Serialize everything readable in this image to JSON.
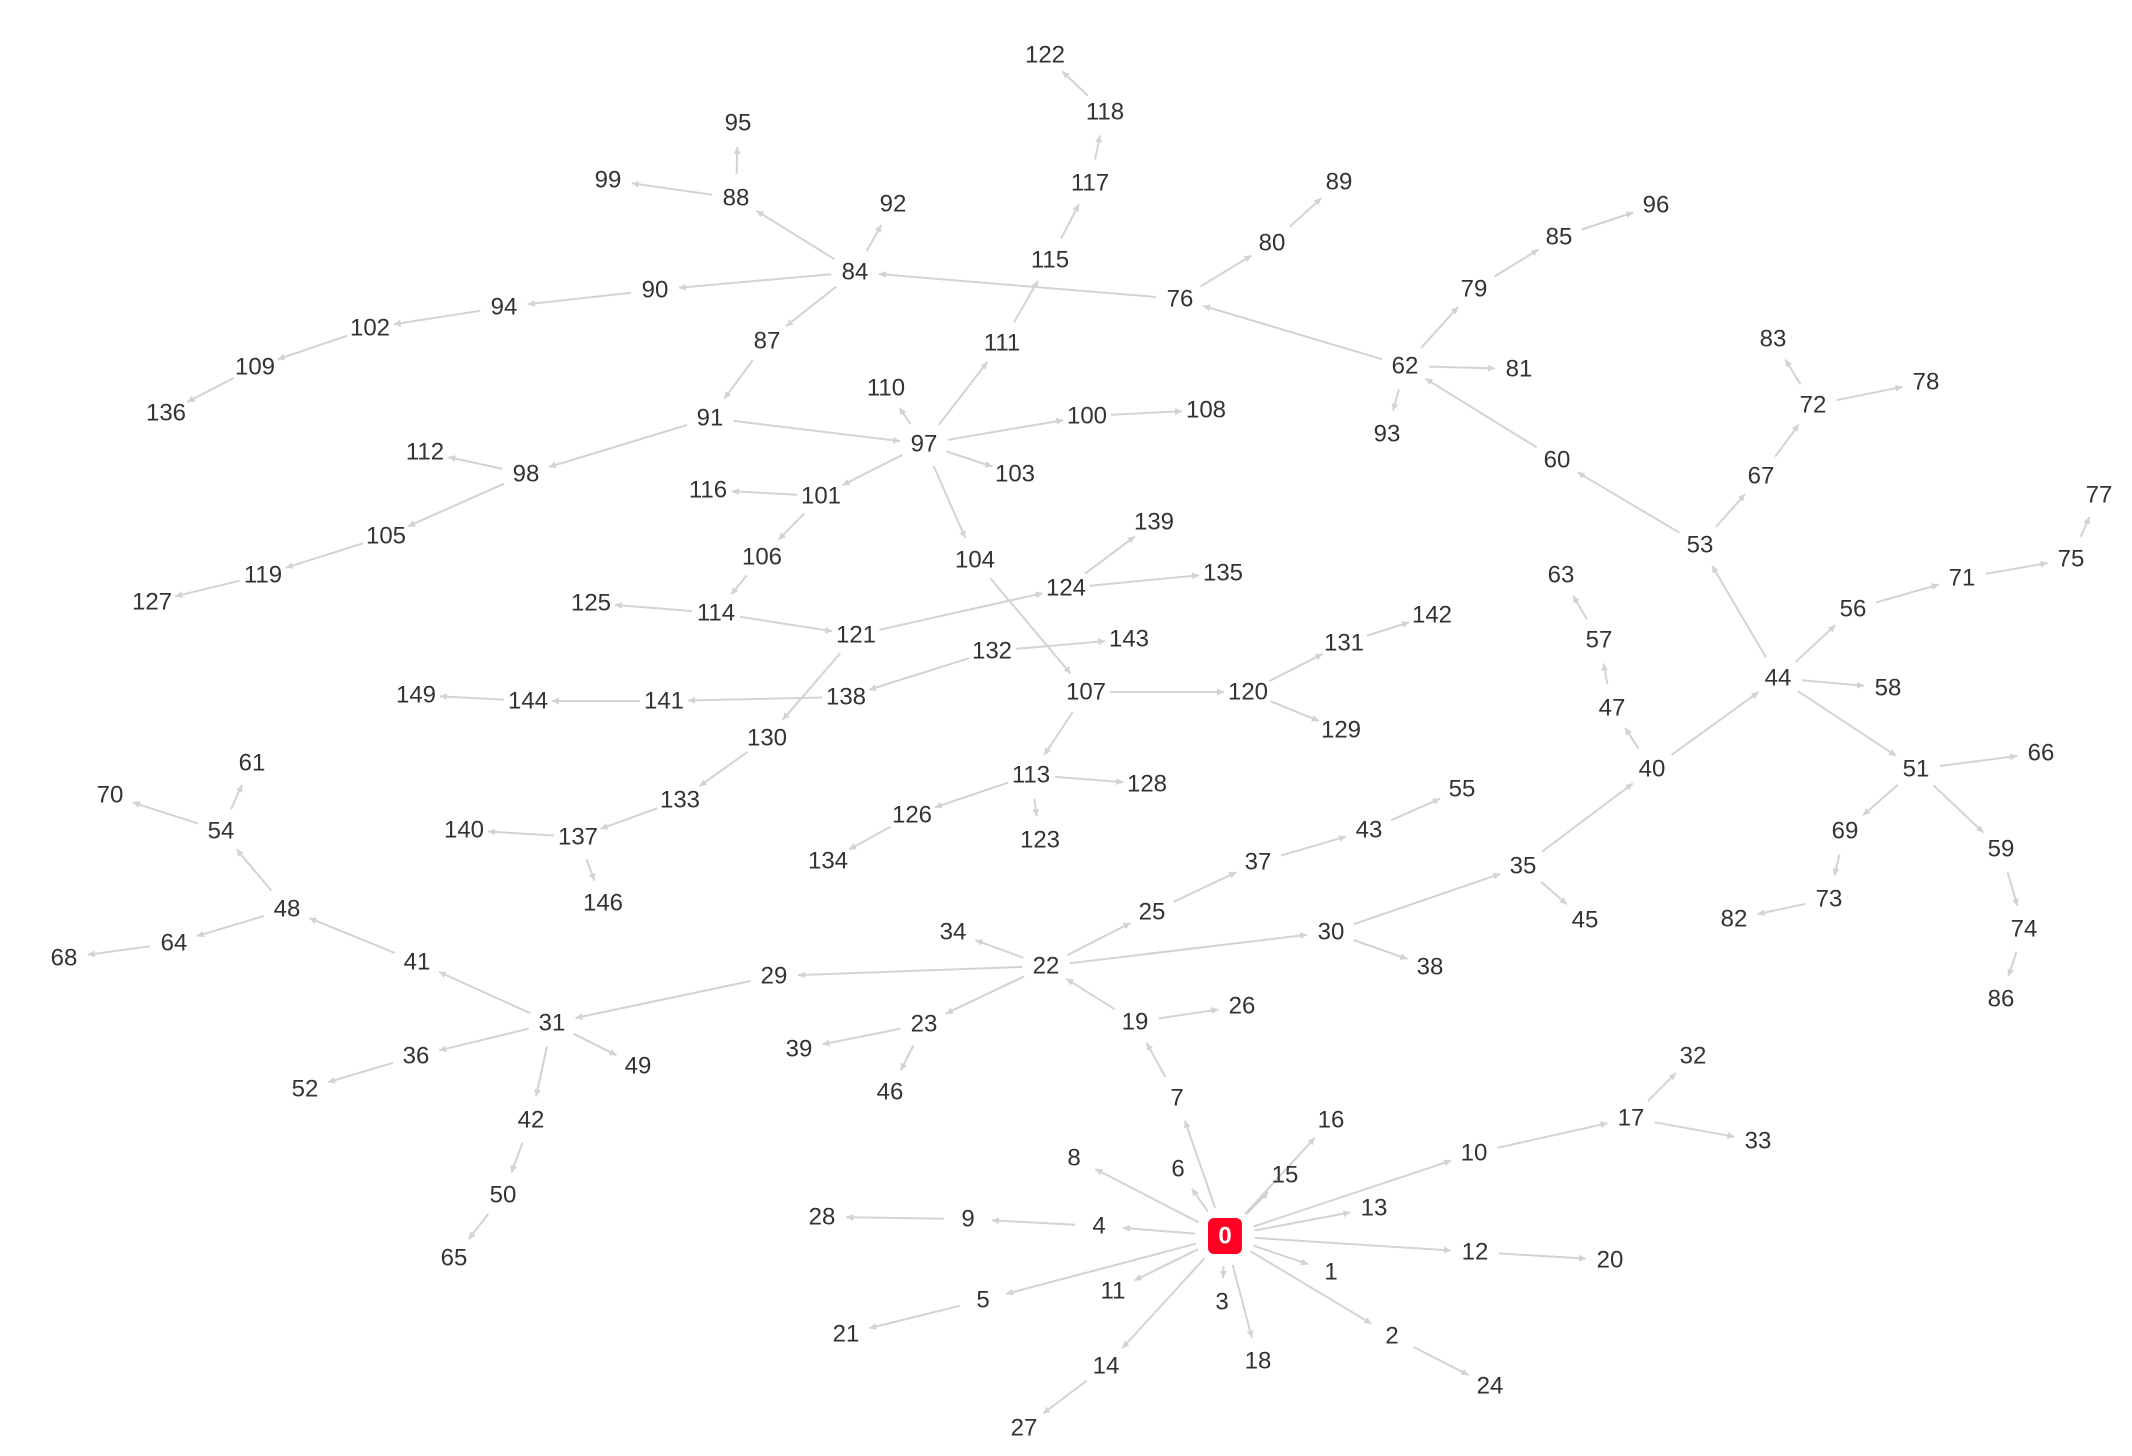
{
  "graph": {
    "root": "0",
    "colors": {
      "edge": "#d3d3d3",
      "label": "#333333",
      "root_fill": "#ff0022",
      "root_text": "#ffffff"
    },
    "edges": [
      [
        "0",
        "1"
      ],
      [
        "0",
        "2"
      ],
      [
        "0",
        "3"
      ],
      [
        "0",
        "4"
      ],
      [
        "0",
        "5"
      ],
      [
        "0",
        "6"
      ],
      [
        "0",
        "7"
      ],
      [
        "0",
        "8"
      ],
      [
        "0",
        "10"
      ],
      [
        "0",
        "11"
      ],
      [
        "0",
        "12"
      ],
      [
        "0",
        "13"
      ],
      [
        "0",
        "14"
      ],
      [
        "0",
        "15"
      ],
      [
        "0",
        "16"
      ],
      [
        "0",
        "18"
      ],
      [
        "2",
        "24"
      ],
      [
        "4",
        "9"
      ],
      [
        "9",
        "28"
      ],
      [
        "5",
        "21"
      ],
      [
        "14",
        "27"
      ],
      [
        "10",
        "17"
      ],
      [
        "17",
        "32"
      ],
      [
        "17",
        "33"
      ],
      [
        "12",
        "20"
      ],
      [
        "7",
        "19"
      ],
      [
        "19",
        "26"
      ],
      [
        "19",
        "22"
      ],
      [
        "22",
        "34"
      ],
      [
        "22",
        "29"
      ],
      [
        "22",
        "23"
      ],
      [
        "22",
        "25"
      ],
      [
        "22",
        "30"
      ],
      [
        "23",
        "39"
      ],
      [
        "23",
        "46"
      ],
      [
        "25",
        "37"
      ],
      [
        "37",
        "43"
      ],
      [
        "43",
        "55"
      ],
      [
        "30",
        "38"
      ],
      [
        "30",
        "35"
      ],
      [
        "35",
        "45"
      ],
      [
        "35",
        "40"
      ],
      [
        "40",
        "47"
      ],
      [
        "47",
        "57"
      ],
      [
        "57",
        "63"
      ],
      [
        "40",
        "44"
      ],
      [
        "44",
        "58"
      ],
      [
        "44",
        "56"
      ],
      [
        "56",
        "71"
      ],
      [
        "71",
        "75"
      ],
      [
        "75",
        "77"
      ],
      [
        "44",
        "51"
      ],
      [
        "51",
        "66"
      ],
      [
        "51",
        "69"
      ],
      [
        "69",
        "73"
      ],
      [
        "73",
        "82"
      ],
      [
        "51",
        "59"
      ],
      [
        "59",
        "74"
      ],
      [
        "74",
        "86"
      ],
      [
        "44",
        "53"
      ],
      [
        "53",
        "67"
      ],
      [
        "67",
        "72"
      ],
      [
        "72",
        "83"
      ],
      [
        "72",
        "78"
      ],
      [
        "53",
        "60"
      ],
      [
        "60",
        "62"
      ],
      [
        "62",
        "81"
      ],
      [
        "62",
        "93"
      ],
      [
        "62",
        "79"
      ],
      [
        "79",
        "85"
      ],
      [
        "85",
        "96"
      ],
      [
        "62",
        "76"
      ],
      [
        "76",
        "80"
      ],
      [
        "80",
        "89"
      ],
      [
        "76",
        "84"
      ],
      [
        "84",
        "92"
      ],
      [
        "84",
        "88"
      ],
      [
        "88",
        "95"
      ],
      [
        "88",
        "99"
      ],
      [
        "84",
        "90"
      ],
      [
        "90",
        "94"
      ],
      [
        "94",
        "102"
      ],
      [
        "102",
        "109"
      ],
      [
        "109",
        "136"
      ],
      [
        "84",
        "87"
      ],
      [
        "87",
        "91"
      ],
      [
        "91",
        "98"
      ],
      [
        "98",
        "112"
      ],
      [
        "98",
        "105"
      ],
      [
        "105",
        "119"
      ],
      [
        "119",
        "127"
      ],
      [
        "91",
        "97"
      ],
      [
        "97",
        "110"
      ],
      [
        "97",
        "111"
      ],
      [
        "111",
        "115"
      ],
      [
        "115",
        "117"
      ],
      [
        "117",
        "118"
      ],
      [
        "118",
        "122"
      ],
      [
        "97",
        "100"
      ],
      [
        "100",
        "108"
      ],
      [
        "97",
        "103"
      ],
      [
        "97",
        "101"
      ],
      [
        "101",
        "116"
      ],
      [
        "101",
        "106"
      ],
      [
        "106",
        "114"
      ],
      [
        "114",
        "125"
      ],
      [
        "114",
        "121"
      ],
      [
        "121",
        "124"
      ],
      [
        "124",
        "139"
      ],
      [
        "124",
        "135"
      ],
      [
        "121",
        "130"
      ],
      [
        "130",
        "133"
      ],
      [
        "133",
        "137"
      ],
      [
        "137",
        "140"
      ],
      [
        "137",
        "146"
      ],
      [
        "97",
        "104"
      ],
      [
        "104",
        "107"
      ],
      [
        "107",
        "120"
      ],
      [
        "120",
        "131"
      ],
      [
        "131",
        "142"
      ],
      [
        "120",
        "129"
      ],
      [
        "107",
        "113"
      ],
      [
        "113",
        "128"
      ],
      [
        "113",
        "123"
      ],
      [
        "113",
        "126"
      ],
      [
        "126",
        "134"
      ],
      [
        "132",
        "143"
      ],
      [
        "132",
        "138"
      ],
      [
        "138",
        "141"
      ],
      [
        "141",
        "144"
      ],
      [
        "144",
        "149"
      ],
      [
        "29",
        "31"
      ],
      [
        "31",
        "41"
      ],
      [
        "41",
        "48"
      ],
      [
        "48",
        "54"
      ],
      [
        "54",
        "61"
      ],
      [
        "54",
        "70"
      ],
      [
        "48",
        "64"
      ],
      [
        "64",
        "68"
      ],
      [
        "31",
        "36"
      ],
      [
        "36",
        "52"
      ],
      [
        "31",
        "49"
      ],
      [
        "31",
        "42"
      ],
      [
        "42",
        "50"
      ],
      [
        "50",
        "65"
      ]
    ]
  }
}
